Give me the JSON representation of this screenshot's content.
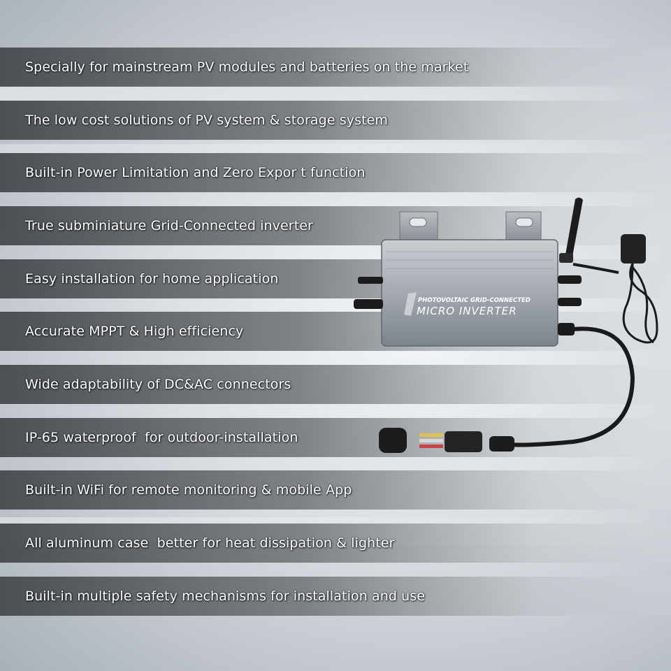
{
  "features": [
    "Specially for mainstream PV modules and batteries on the market",
    "The low cost solutions of PV system & storage system",
    "Built-in Power Limitation and Zero Expor t function",
    "True subminiature Grid-Connected inverter",
    "Easy installation for home application",
    "Accurate MPPT & High efficiency",
    "Wide adaptability of DC&AC connectors",
    "IP-65 waterproof  for outdoor-installation",
    "Built-in WiFi for remote monitoring & mobile App",
    "All aluminum case  better for heat dissipation & lighter",
    "Built-in multiple safety mechanisms for installation and use"
  ],
  "product": {
    "label_top": "PHOTOVOLTAIC GRID-CONNECTED",
    "label_main": "MICRO INVERTER",
    "case_color": "#a8aeb4",
    "case_dark": "#6e757c",
    "cable_color": "#1a1a1a"
  }
}
